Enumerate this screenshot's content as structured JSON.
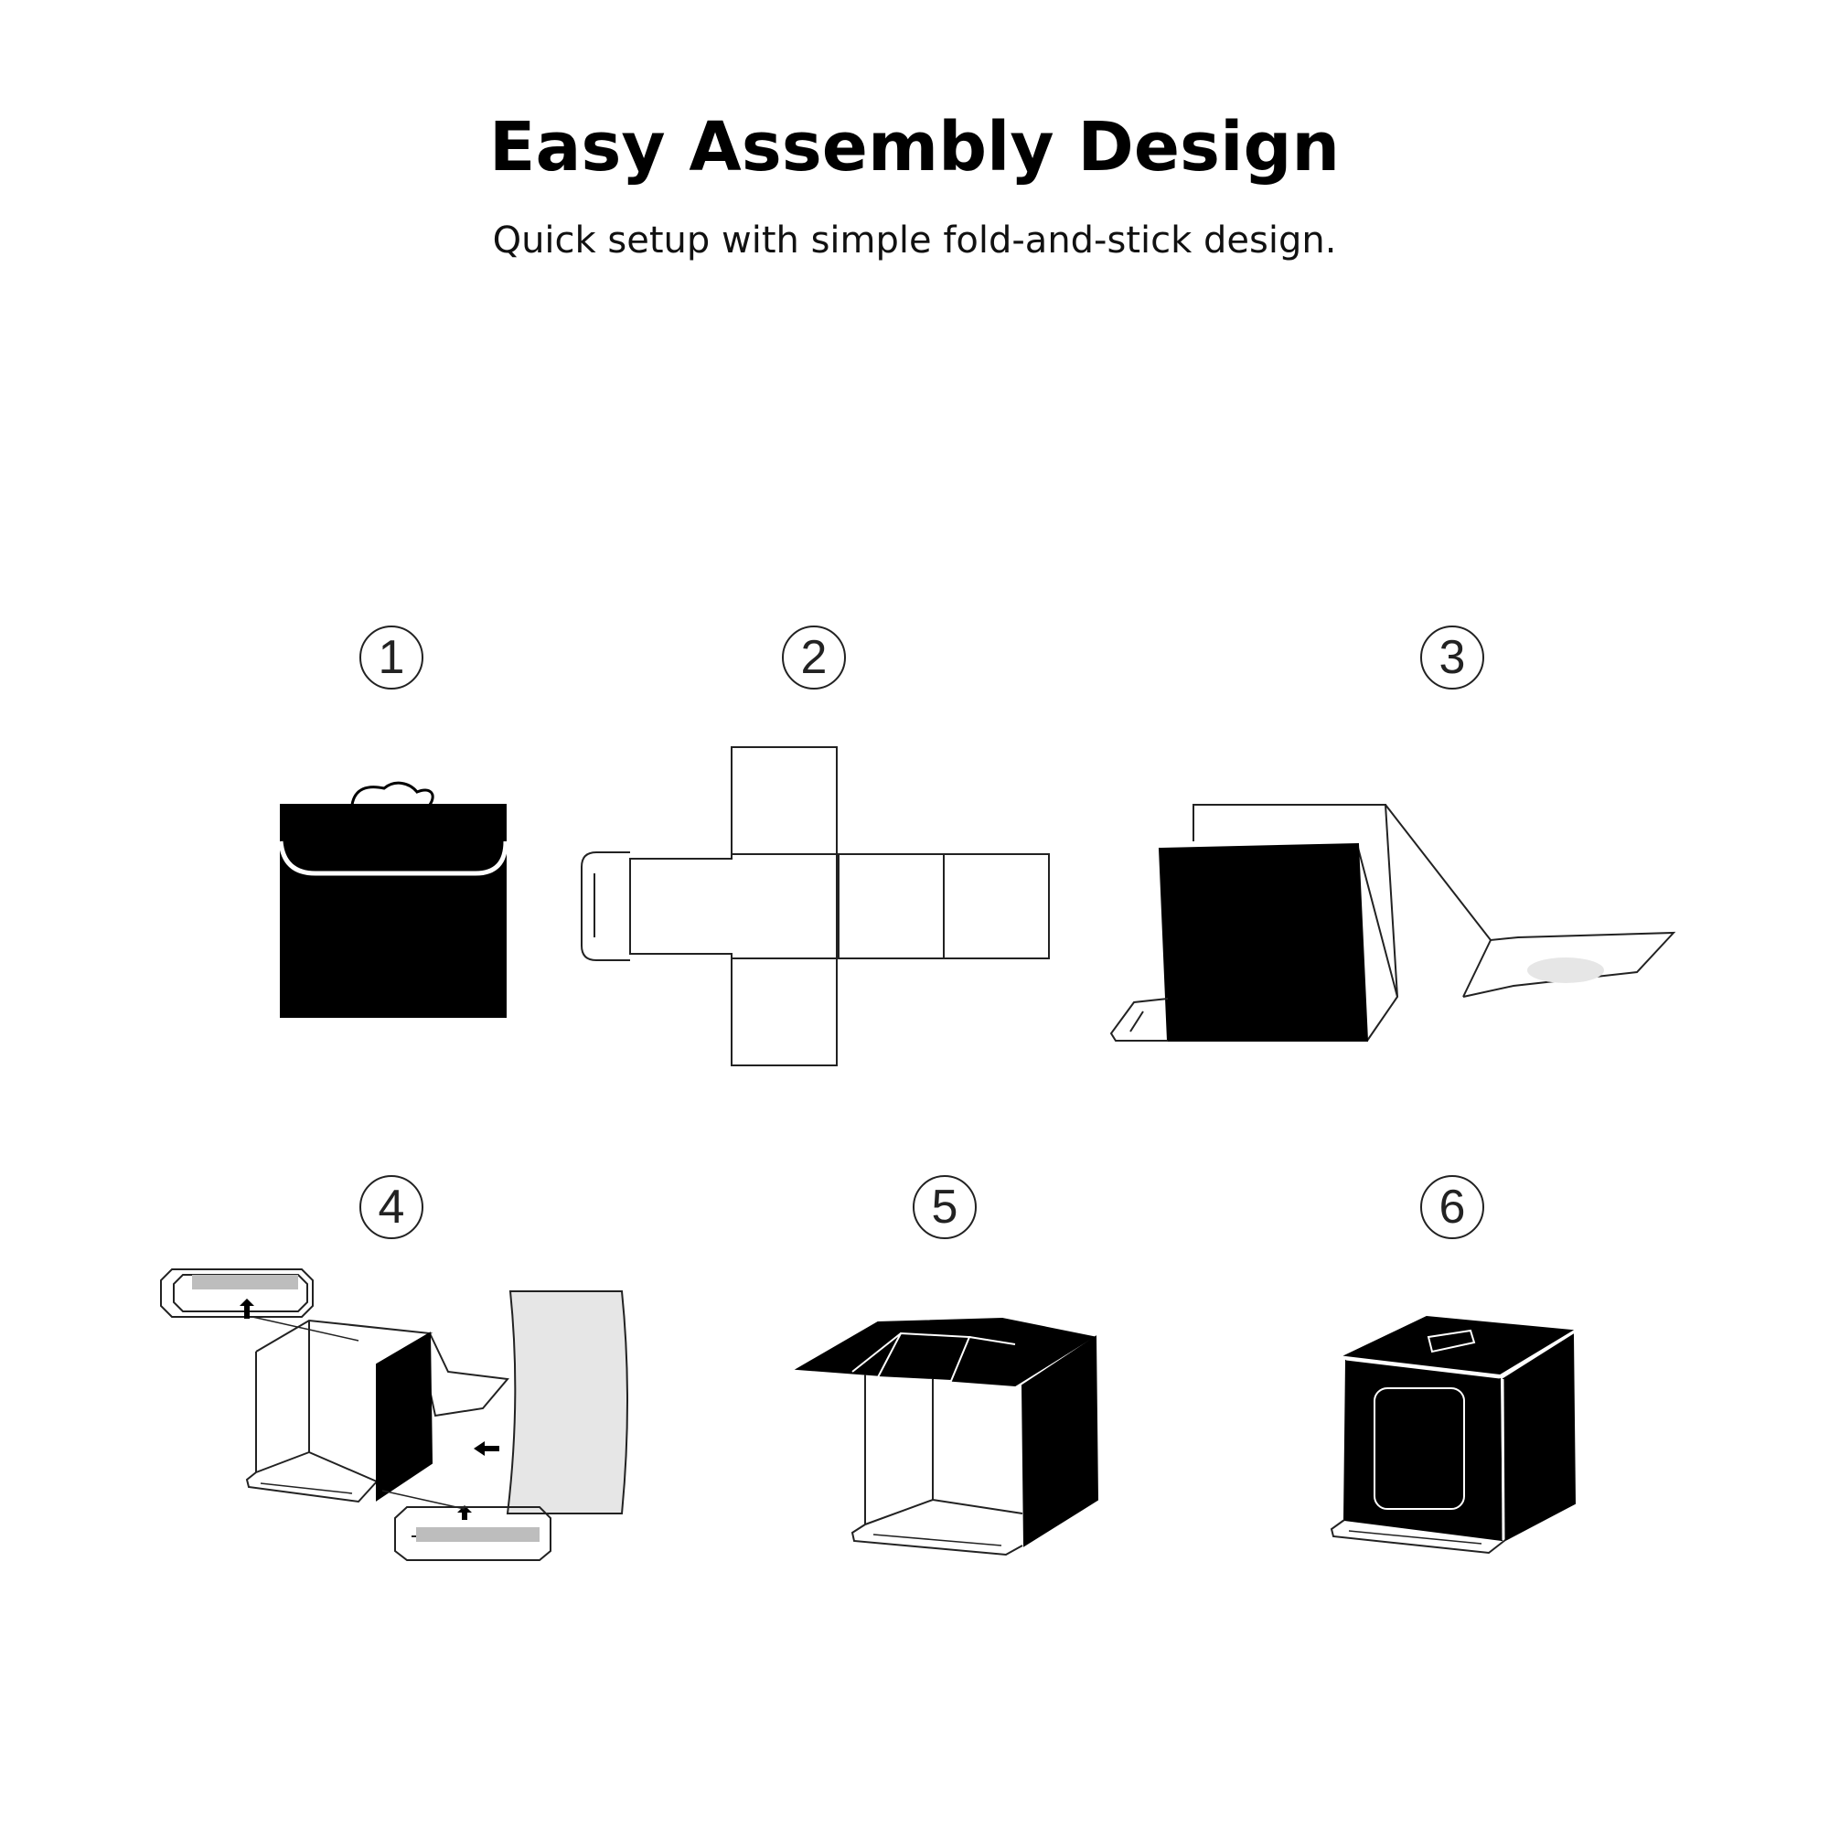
{
  "header": {
    "title": "Easy Assembly Design",
    "subtitle": "Quick setup with simple fold-and-stick design."
  },
  "steps": [
    {
      "number": "1",
      "illustration": "folded-bag-icon"
    },
    {
      "number": "2",
      "illustration": "unfolded-cross-net-icon"
    },
    {
      "number": "3",
      "illustration": "unfolding-box-icon"
    },
    {
      "number": "4",
      "illustration": "attach-strips-icon"
    },
    {
      "number": "5",
      "illustration": "open-top-box-icon"
    },
    {
      "number": "6",
      "illustration": "assembled-lightbox-icon"
    }
  ],
  "colors": {
    "ink": "#000000",
    "line": "#222222",
    "panel": "#e6e6e6",
    "background": "#ffffff"
  }
}
